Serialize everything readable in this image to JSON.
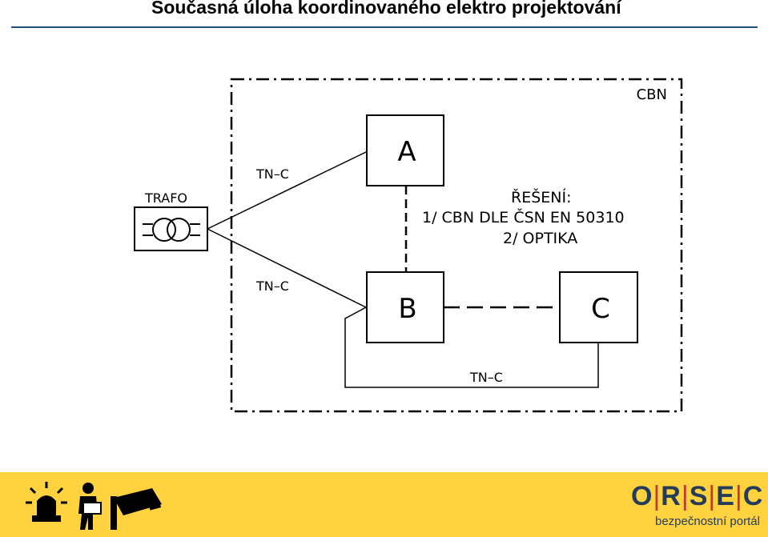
{
  "slide": {
    "title": "Současná úloha koordinovaného elektro projektování"
  },
  "diagram": {
    "zone_label": "CBN",
    "trafo_label": "TRAFO",
    "boxes": {
      "a": "A",
      "b": "B",
      "c": "C"
    },
    "links": {
      "tn_c_upper": "TN–C",
      "tn_c_lower": "TN–C",
      "tn_c_bottom": "TN–C"
    },
    "solution": {
      "heading": "ŘEŠENÍ:",
      "line1": "1/ CBN DLE ČSN EN 50310",
      "line2": "2/ OPTIKA"
    }
  },
  "footer": {
    "background": "#ffd23f",
    "icons": [
      "beacon-icon",
      "person-card-icon",
      "camera-icon"
    ],
    "logo": {
      "o": "O",
      "r": "R",
      "s": "S",
      "e": "E",
      "c": "C"
    },
    "logo_subtitle": "bezpečnostní portál"
  }
}
